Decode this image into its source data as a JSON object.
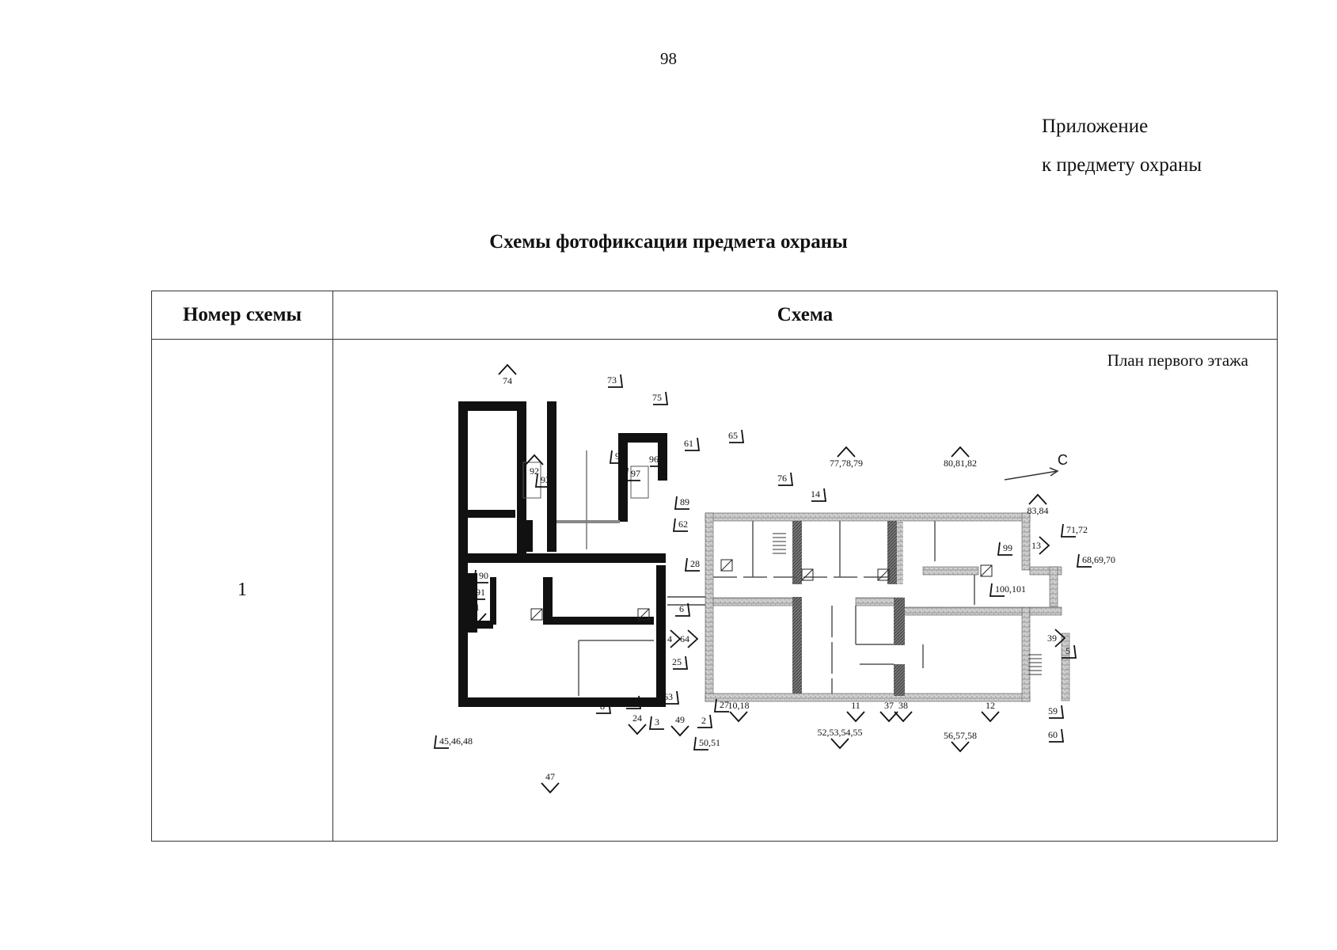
{
  "page_number": "98",
  "appendix": {
    "line1": "Приложение",
    "line2": "к предмету охраны"
  },
  "title": "Схемы фотофиксации предмета охраны",
  "table": {
    "headers": [
      "Номер схемы",
      "Схема"
    ],
    "rows": [
      {
        "number": "1",
        "plan_label": "План первого этажа",
        "north_label": "С",
        "markers": [
          "74",
          "73",
          "75",
          "61",
          "65",
          "77,78,79",
          "80,81,82",
          "83,84",
          "92",
          "93",
          "98",
          "96",
          "97",
          "76",
          "14",
          "89",
          "62",
          "71,72",
          "13",
          "99",
          "68,69,70",
          "28",
          "100,101",
          "90",
          "91",
          "1",
          "6",
          "4",
          "64",
          "39",
          "5",
          "25",
          "63",
          "8",
          "7",
          "24",
          "3",
          "49",
          "2",
          "27",
          "10,18",
          "50,51",
          "11",
          "37",
          "38",
          "52,53,54,55",
          "12",
          "56,57,58",
          "59",
          "60",
          "45,46,48",
          "47"
        ]
      }
    ]
  }
}
